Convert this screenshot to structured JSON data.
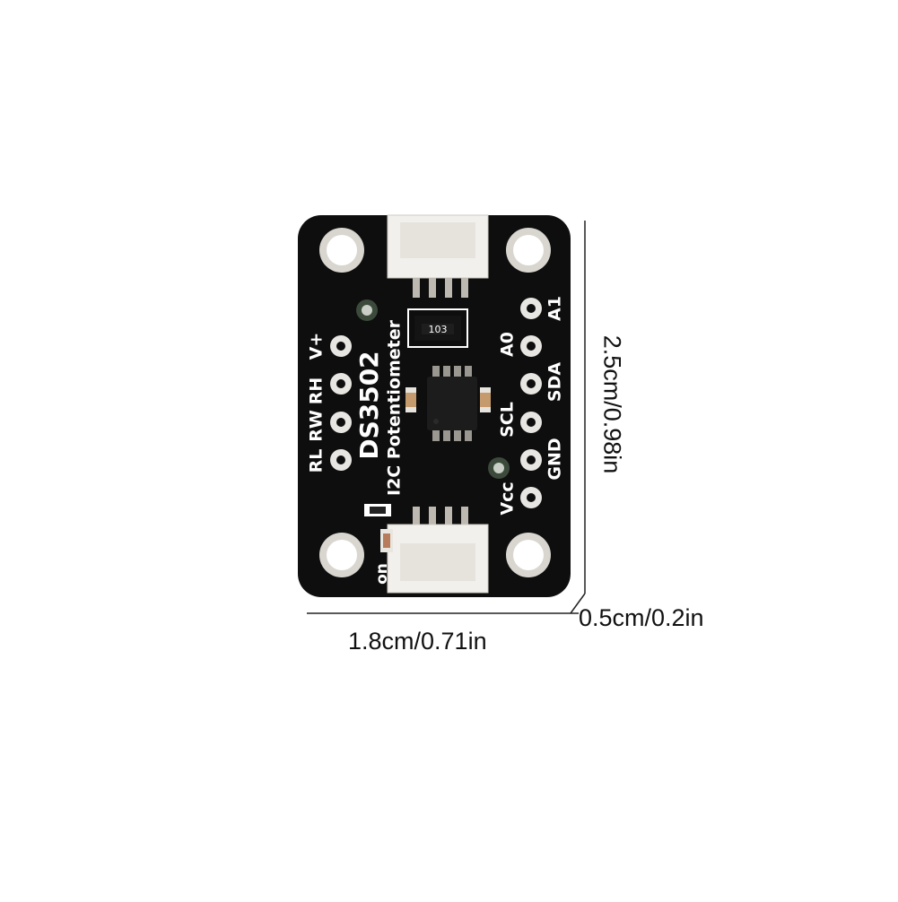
{
  "board": {
    "title": "DS3502",
    "subtitle": "I2C Potentiometer",
    "resistor_code": "103",
    "led_label": "on",
    "left_pins": [
      "RL",
      "RW",
      "RH",
      "V+"
    ],
    "right_pins": [
      "A1",
      "A0",
      "SDA",
      "SCL",
      "GND",
      "Vcc"
    ],
    "colors": {
      "pcb": "#0e0e0f",
      "pad_ring": "#e8e6e2",
      "connector": "#f2f0ec",
      "silkscreen": "#ffffff"
    }
  },
  "dimensions": {
    "width": "1.8cm/0.71in",
    "height": "2.5cm/0.98in",
    "thickness": "0.5cm/0.2in"
  }
}
